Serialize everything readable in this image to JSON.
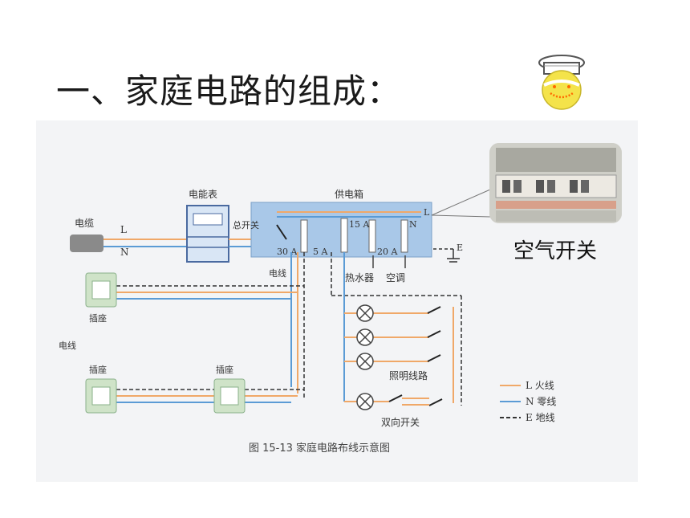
{
  "title": "一、家庭电路的组成：",
  "inset_caption": "空气开关",
  "figure": {
    "caption": "图 15-13  家庭电路布线示意图",
    "labels": {
      "cable": "电缆",
      "live_letter": "L",
      "neutral_letter": "N",
      "meter": "电能表",
      "distribution_box": "供电箱",
      "main_switch": "总开关",
      "box_L": "L",
      "box_N": "N",
      "breaker_15a": "15 A",
      "breaker_30a": "30 A",
      "breaker_5a": "5 A",
      "breaker_20a": "20 A",
      "earth_letter": "E",
      "wire_1": "电线",
      "wire_2": "电线",
      "water_heater": "热水器",
      "air_conditioner": "空调",
      "socket_1": "插座",
      "socket_2": "插座",
      "socket_3": "插座",
      "lighting_circuit": "照明线路",
      "two_way_switch": "双向开关"
    },
    "legend": [
      {
        "label": "L 火线",
        "color": "#f0a868"
      },
      {
        "label": "N 零线",
        "color": "#5b9bd5"
      },
      {
        "label": "E 地线",
        "color": "#333333",
        "dashed": true
      }
    ]
  },
  "colors": {
    "live": "#f0a868",
    "neutral": "#5b9bd5",
    "earth": "#333333",
    "box": "#a9c8e8",
    "socket": "#cfe3c8"
  },
  "icons": {
    "smiley": "smiley-chef-icon"
  }
}
